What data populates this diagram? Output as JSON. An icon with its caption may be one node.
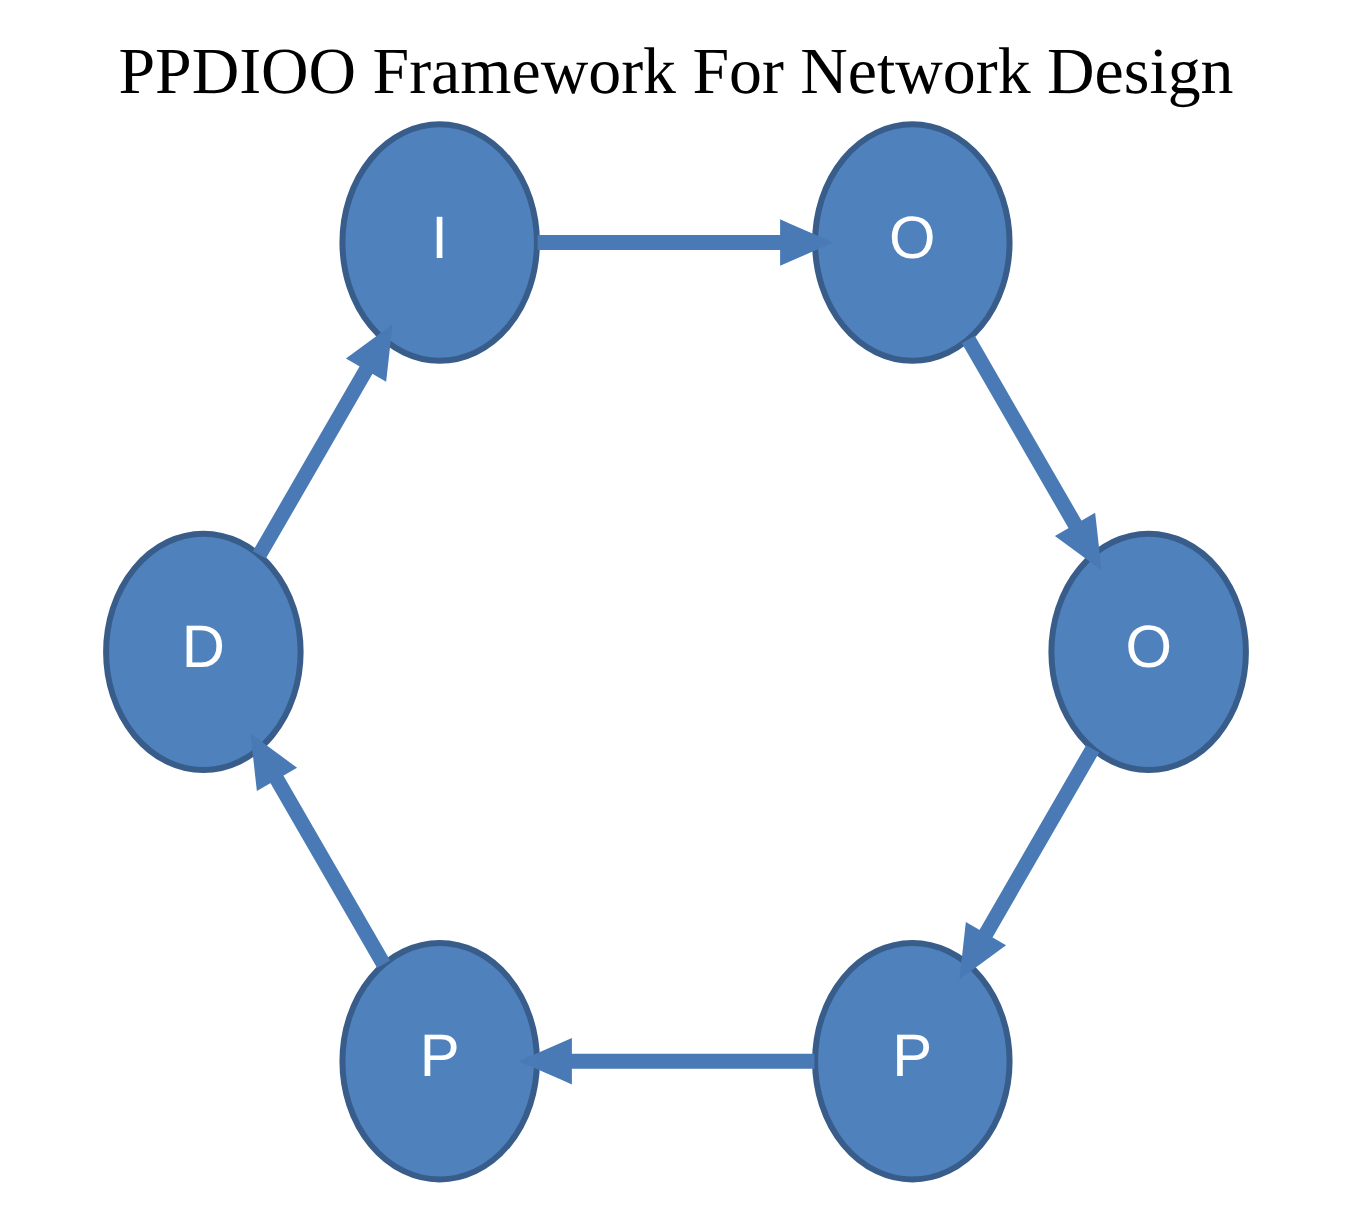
{
  "diagram": {
    "title": "PPDIOO Framework For Network Design",
    "nodes": [
      {
        "text": [
          "P"
        ]
      },
      {
        "text": [
          "P"
        ]
      },
      {
        "text": [
          "D"
        ]
      },
      {
        "text": [
          "I"
        ]
      },
      {
        "text": [
          "O"
        ]
      },
      {
        "text": [
          "O"
        ]
      }
    ],
    "edges": [
      {
        "from": 0,
        "to": 1,
        "arrow": "to"
      },
      {
        "from": 1,
        "to": 2,
        "arrow": "to"
      },
      {
        "from": 2,
        "to": 3,
        "arrow": "to"
      },
      {
        "from": 3,
        "to": 4,
        "arrow": "to"
      },
      {
        "from": 4,
        "to": 5,
        "arrow": "to"
      },
      {
        "from": 5,
        "to": 0,
        "arrow": "to"
      }
    ]
  }
}
